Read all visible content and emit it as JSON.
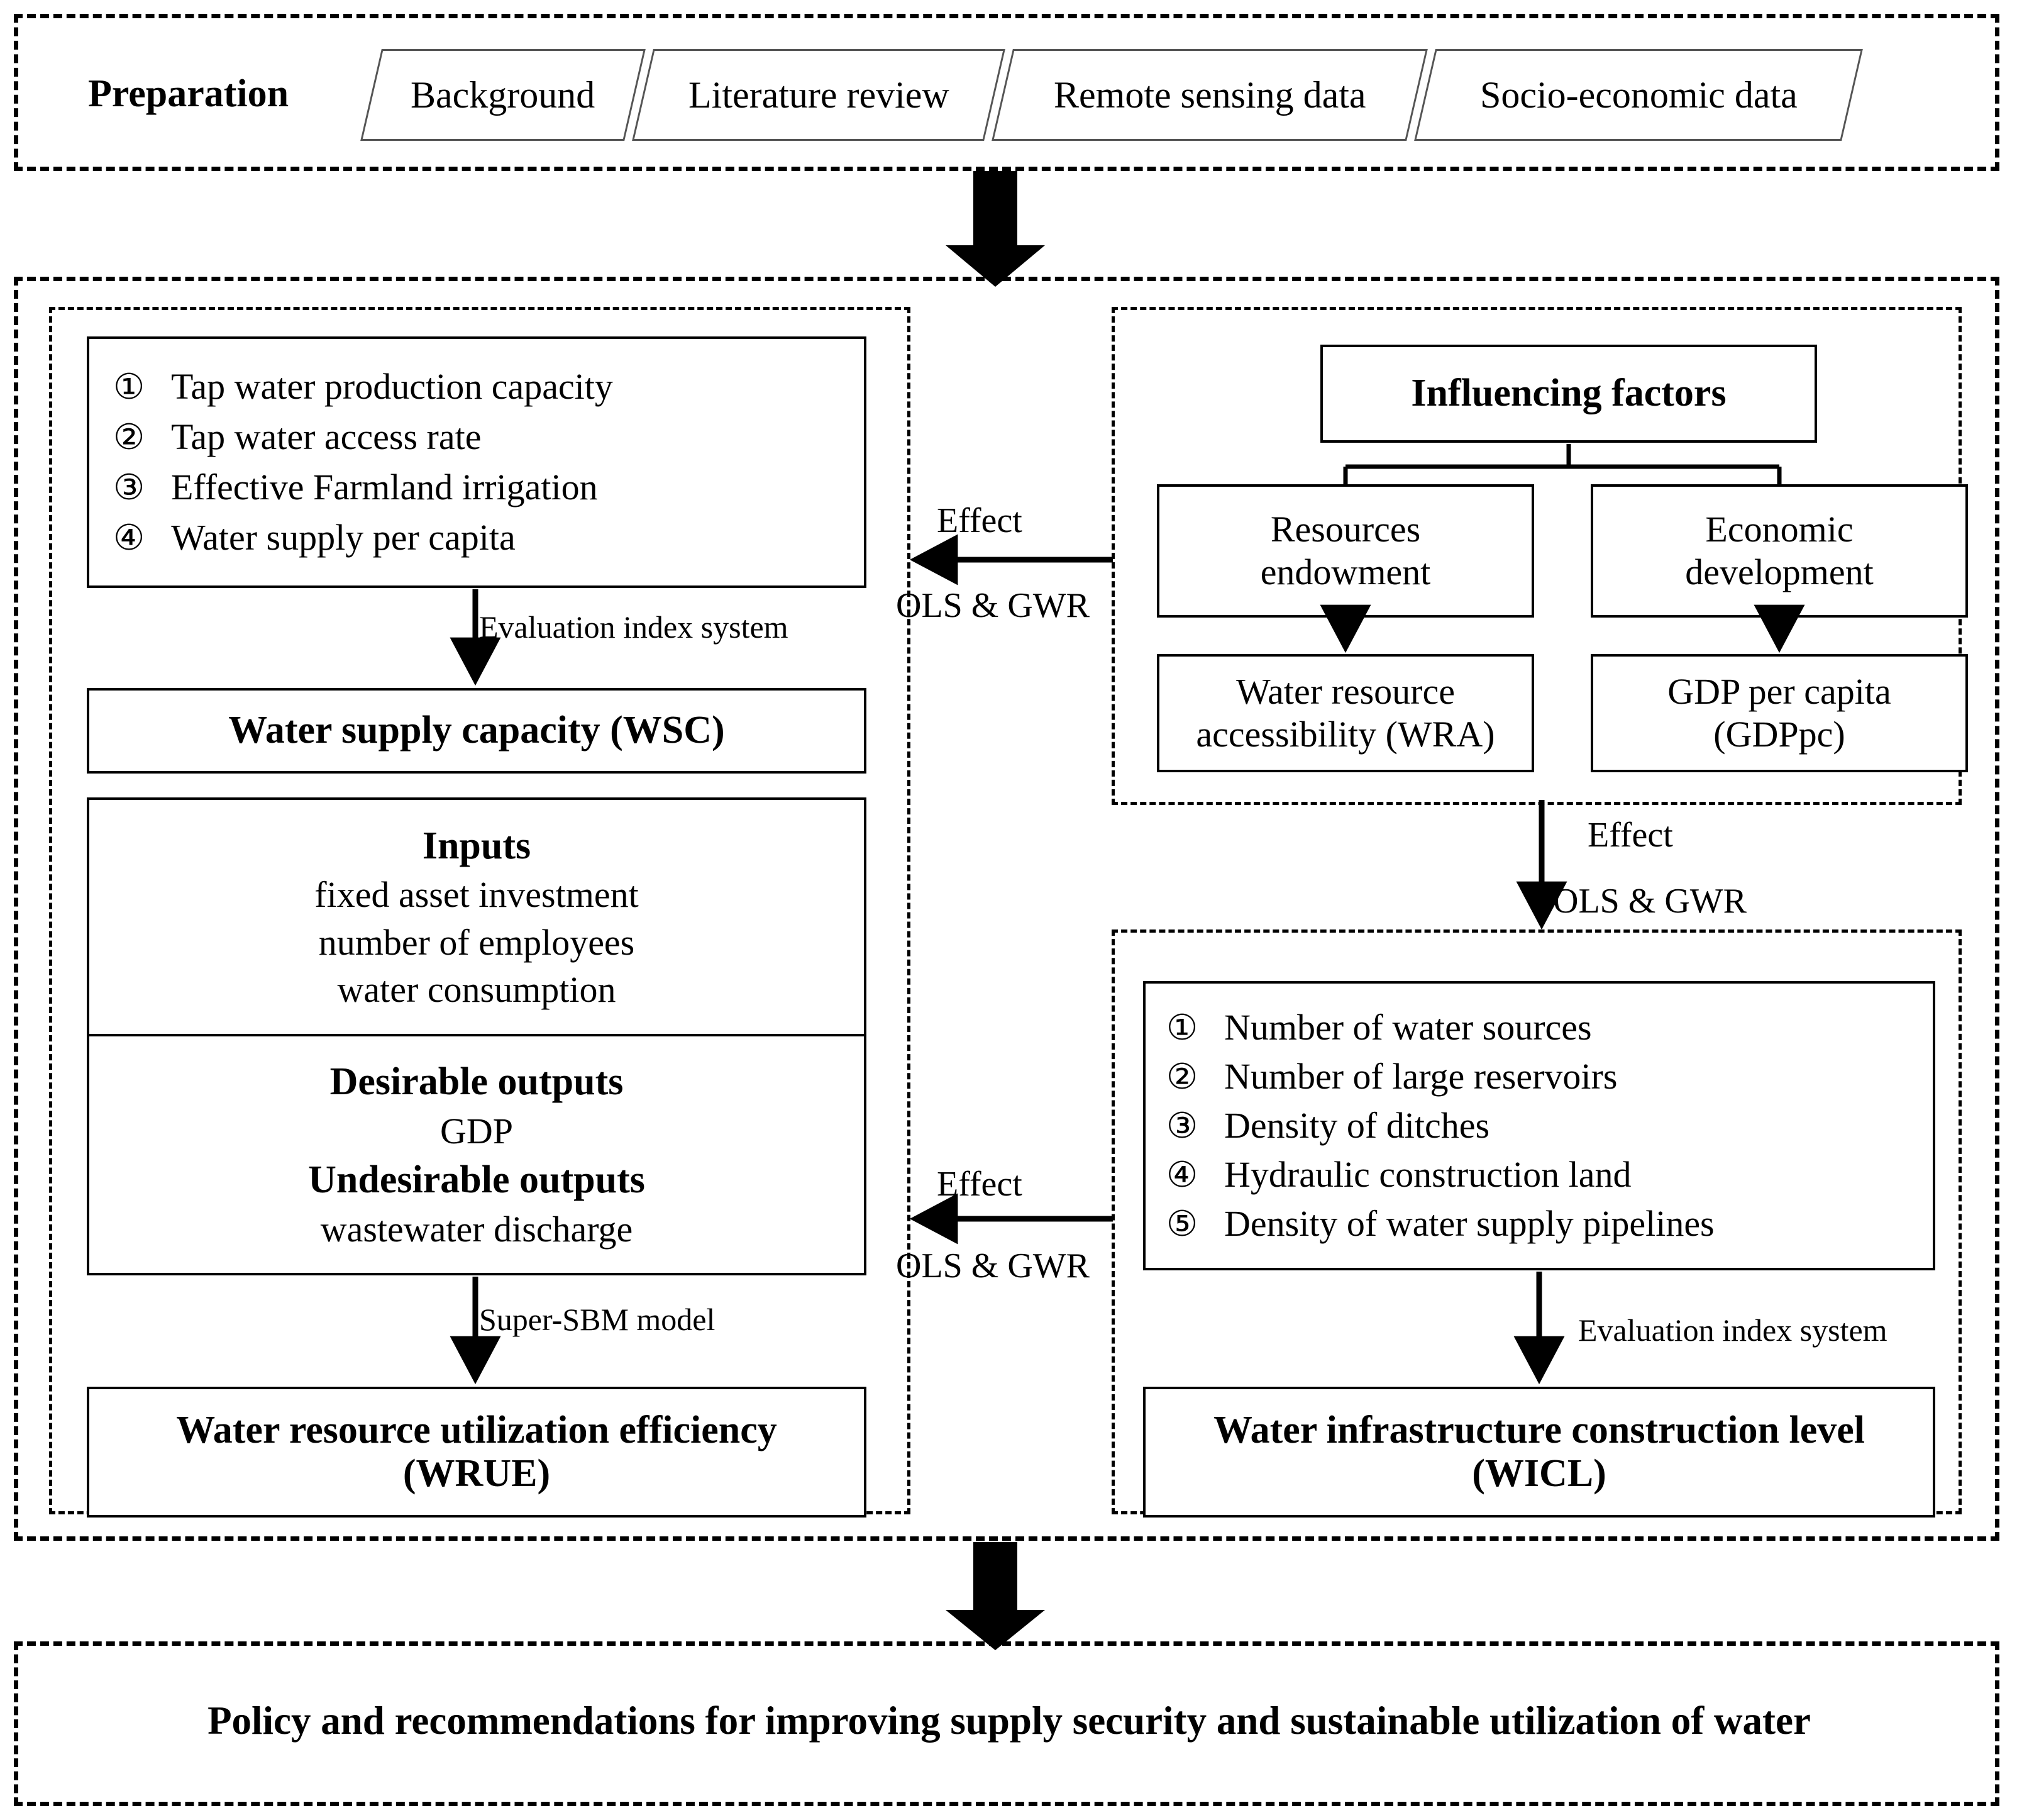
{
  "header": {
    "label": "Preparation",
    "steps": [
      "Background",
      "Literature review",
      "Remote sensing data",
      "Socio-economic data"
    ]
  },
  "left_panel": {
    "index_list": {
      "items": [
        {
          "num": "①",
          "text": "Tap water production capacity"
        },
        {
          "num": "②",
          "text": "Tap water access rate"
        },
        {
          "num": "③",
          "text": "Effective Farmland irrigation"
        },
        {
          "num": "④",
          "text": "Water supply per capita"
        }
      ]
    },
    "arrow1_label": "Evaluation index system",
    "wsc_box": "Water supply capacity (WSC)",
    "io_box": {
      "inputs_title": "Inputs",
      "inputs": [
        "fixed asset investment",
        "number of employees",
        "water consumption"
      ],
      "desirable_title": "Desirable outputs",
      "desirable": "GDP",
      "undesirable_title": "Undesirable outputs",
      "undesirable": "wastewater discharge"
    },
    "arrow2_label": "Super-SBM model",
    "wrue_box_line1": "Water resource utilization efficiency",
    "wrue_box_line2": "(WRUE)"
  },
  "right_top_panel": {
    "title_box": "Influencing factors",
    "branch_left": "Resources\nendowment",
    "branch_left_l1": "Resources",
    "branch_left_l2": "endowment",
    "branch_right_l1": "Economic",
    "branch_right_l2": "development",
    "leaf_left_l1": "Water resource",
    "leaf_left_l2": "accessibility (WRA)",
    "leaf_right_l1": "GDP per capita",
    "leaf_right_l2": "(GDPpc)"
  },
  "right_bottom_panel": {
    "index_list": {
      "items": [
        {
          "num": "①",
          "text": "Number of water sources"
        },
        {
          "num": "②",
          "text": "Number of large reservoirs"
        },
        {
          "num": "③",
          "text": "Density of ditches"
        },
        {
          "num": "④",
          "text": "Hydraulic construction land"
        },
        {
          "num": "⑤",
          "text": "Density of water supply pipelines"
        }
      ]
    },
    "arrow_label": "Evaluation index system",
    "wicl_box_line1": "Water infrastructure construction level",
    "wicl_box_line2": "(WICL)"
  },
  "connectors": {
    "effect_top": {
      "above": "Effect",
      "below": "OLS & GWR"
    },
    "effect_mid_right": {
      "above": "Effect",
      "below": "OLS & GWR"
    },
    "effect_bottom": {
      "above": "Effect",
      "below": "OLS & GWR"
    }
  },
  "footer": {
    "text": "Policy and recommendations for improving supply security and sustainable utilization of water"
  },
  "colors": {
    "ink": "#000000",
    "paper": "#ffffff",
    "para_border": "#555555"
  }
}
